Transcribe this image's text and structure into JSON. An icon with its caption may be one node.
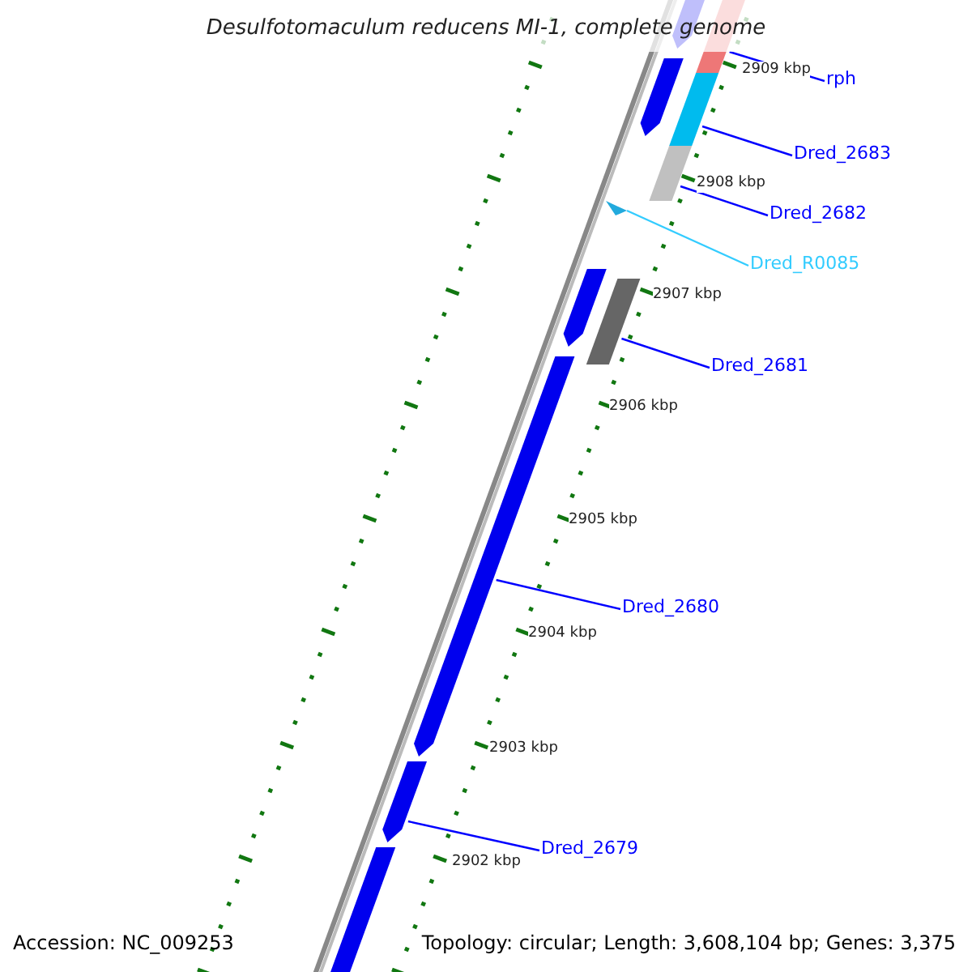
{
  "diagram": {
    "title": "Desulfotomaculum reducens MI-1, complete genome",
    "nodes": [
      {
        "text": [
          "rph"
        ]
      },
      {
        "text": [],
        "shape": "bar"
      },
      {
        "text": [
          "Dred_2683"
        ]
      },
      {
        "text": [],
        "shape": "bar"
      },
      {
        "text": [
          "Dred_2682"
        ]
      },
      {
        "text": [],
        "shape": "bar"
      },
      {
        "text": [
          "Dred_R0085"
        ]
      },
      {
        "text": [],
        "shape": "bar"
      },
      {
        "text": [
          "Dred_2681"
        ]
      },
      {
        "text": [],
        "shape": "bar"
      },
      {
        "text": [
          "Dred_2680"
        ]
      },
      {
        "text": [],
        "shape": "bar"
      },
      {
        "text": [
          "Dred_2679"
        ]
      },
      {
        "text": [],
        "shape": "bar"
      },
      {
        "text": [],
        "shape": "bar"
      },
      {
        "text": [],
        "shape": "bar"
      },
      {
        "text": [],
        "shape": "bar"
      },
      {
        "text": [],
        "shape": "bar"
      }
    ],
    "edges": [
      {
        "from": 0,
        "to": 1,
        "arrow": "none"
      },
      {
        "from": 2,
        "to": 3,
        "arrow": "none"
      },
      {
        "from": 4,
        "to": 5,
        "arrow": "none"
      },
      {
        "from": 6,
        "to": 7,
        "arrow": "none",
        "color": "#33ccff"
      },
      {
        "from": 8,
        "to": 9,
        "arrow": "none"
      },
      {
        "from": 10,
        "to": 11,
        "arrow": "none"
      },
      {
        "from": 12,
        "to": 13,
        "arrow": "none"
      }
    ],
    "labels": [
      "2909 kbp",
      "2908 kbp",
      "2907 kbp",
      "2906 kbp",
      "2905 kbp",
      "2904 kbp",
      "2903 kbp",
      "2902 kbp",
      "Accession: NC_009253",
      "Topology: circular; Length: 3,608,104 bp; Genes: 3,375"
    ]
  }
}
